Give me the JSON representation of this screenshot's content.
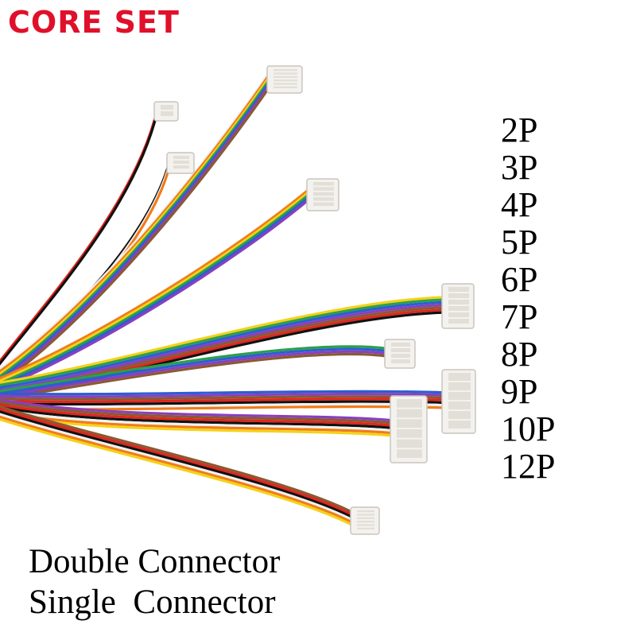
{
  "brand": {
    "text": "CORE SET",
    "color": "#e0102a"
  },
  "pin_options": [
    "2P",
    "3P",
    "4P",
    "5P",
    "6P",
    "7P",
    "8P",
    "9P",
    "10P",
    "12P"
  ],
  "captions": {
    "line1": "Double Connector",
    "line2": "Single  Connector"
  },
  "wire_colors": [
    "#e0261e",
    "#111111",
    "#f2f2f2",
    "#f07c1a",
    "#f4d21a",
    "#2ba04a",
    "#2b5fd1",
    "#8a3fbf",
    "#8a5a32"
  ]
}
